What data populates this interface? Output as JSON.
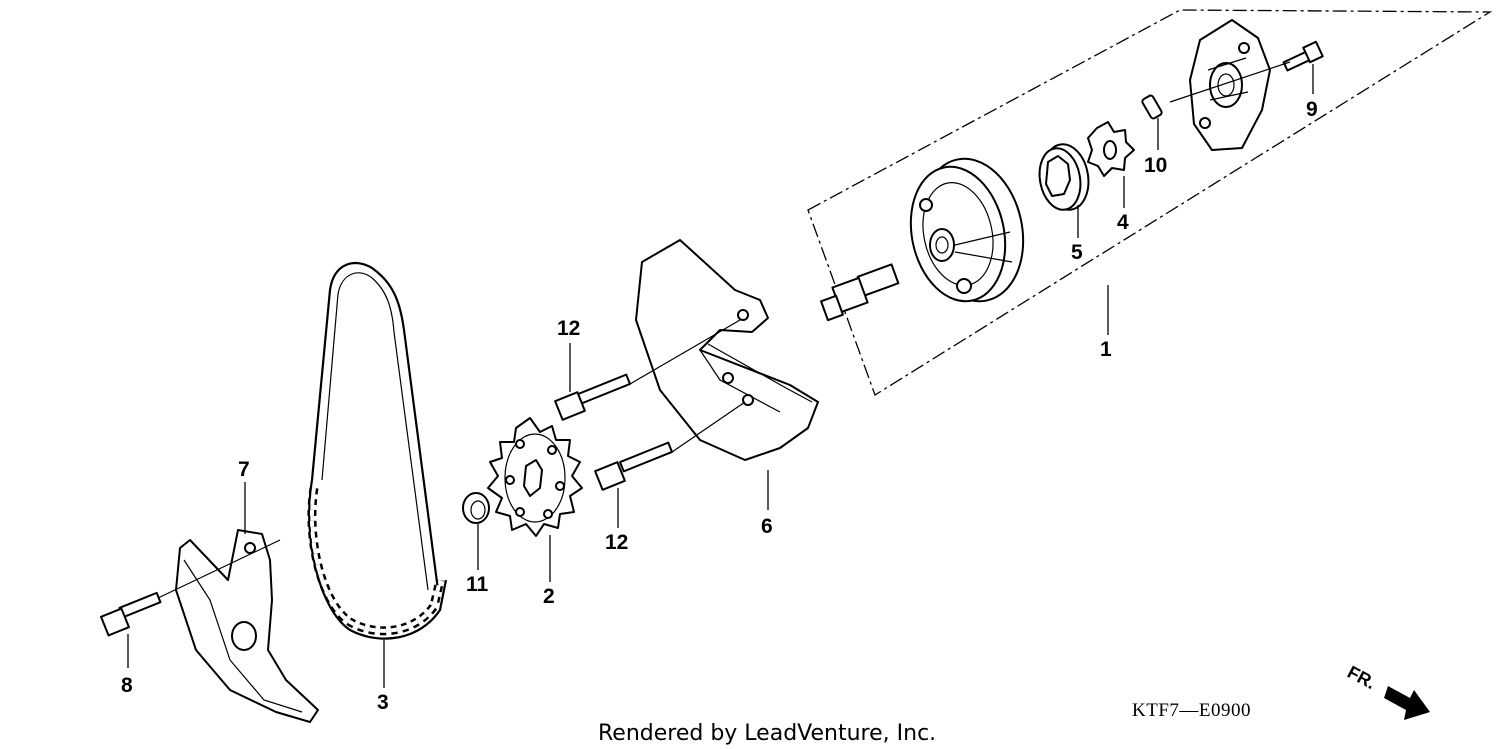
{
  "callouts": {
    "p1": "1",
    "p2": "2",
    "p3": "3",
    "p4": "4",
    "p5": "5",
    "p6": "6",
    "p7": "7",
    "p8": "8",
    "p9": "9",
    "p10": "10",
    "p11": "11",
    "p12a": "12",
    "p12b": "12"
  },
  "diagram_code": "KTF7—E0900",
  "credit": "Rendered by LeadVenture, Inc.",
  "direction_label": "FR."
}
